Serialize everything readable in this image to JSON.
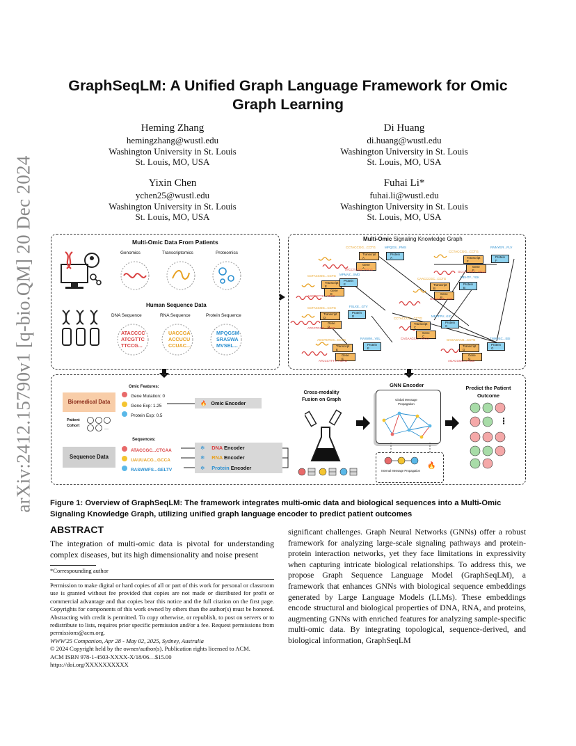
{
  "sidebar": {
    "arxiv_id": "arXiv:2412.15790v1  [q-bio.QM]  20 Dec 2024"
  },
  "paper": {
    "title_line1": "GraphSeqLM: A Unified Graph Language Framework for Omic",
    "title_line2": "Graph Learning"
  },
  "authors": [
    {
      "name": "Heming Zhang",
      "email": "hemingzhang@wustl.edu",
      "affiliation": "Washington University in St. Louis",
      "location": "St. Louis, MO, USA"
    },
    {
      "name": "Di Huang",
      "email": "di.huang@wustl.edu",
      "affiliation": "Washington University in St. Louis",
      "location": "St. Louis, MO, USA"
    },
    {
      "name": "Yixin Chen",
      "email": "ychen25@wustl.edu",
      "affiliation": "Washington University in St. Louis",
      "location": "St. Louis, MO, USA"
    },
    {
      "name": "Fuhai Li*",
      "email": "fuhai.li@wustl.edu",
      "affiliation": "Washington University in St. Louis",
      "location": "St. Louis, MO, USA"
    }
  ],
  "figure": {
    "panel_a": {
      "title": "Multi-Omic Data From Patients",
      "omics": [
        "Genomics",
        "Transcriptomics",
        "Proteomics"
      ],
      "seq_title": "Human Sequence Data",
      "seq_types": [
        "DNA Sequence",
        "RNA Sequence",
        "Protein Sequence"
      ],
      "dna": [
        "ATACCCC",
        "ATCGTTC",
        "TTCCG..."
      ],
      "rna": [
        "UACCGA",
        "ACCUCU",
        "CCUAC..."
      ],
      "protein": [
        "MPQGSM",
        "SRASWA",
        "MVSEL..."
      ]
    },
    "panel_b": {
      "title_prefix": "Multi-Omic",
      "title_suffix": "Signaling Knowledge Graph",
      "seq_labels": [
        "CCTACCGG...CCTG",
        "MPQGS...PMS",
        "CCTACCGG...CCTG",
        "RNNYER...FLV",
        "ATCCTCGG...ATCG",
        "GCCATTTTT...ATCC",
        "CCTACCGG...CCTG",
        "MPMAZ...SMD",
        "CAACCCGC...CCTG",
        "MEHTF...YEK",
        "AGCTCTTC...ATCG",
        "GCACTCT...AAT",
        "CCTACCGG...CCTG",
        "FSLXE...GTV",
        "CCTACCGG...CCTG",
        "MEHFPV...KIC",
        "ATCCTCGG...ATCG",
        "CAGAAGCC...ATCG",
        "AGGTCTCG...CCTG",
        "RASWM...VEL",
        "GAGAGAAG...CCTG",
        "TNMUSC...EEI",
        "ATCCCTTTT...ACTG",
        "AGACGGG...ATCG"
      ],
      "nodes": {
        "transcript_a": "Transcript A",
        "protein_a": "Protein A",
        "gene_a": "Gene A",
        "transcript_f": "Transcript F",
        "protein_f": "Protein F",
        "gene_f": "Gene F",
        "transcript_e": "Transcript E",
        "protein_e": "Protein E",
        "gene_e": "Gene E",
        "transcript_b": "Transcript B",
        "protein_b": "Protein B",
        "gene_b": "Gene B",
        "transcript_d": "Transcript D",
        "protein_d": "Protein D",
        "gene_d": "Gene D",
        "transcript_c": "Transcript C",
        "protein_c": "Protein C",
        "gene_c": "Gene C",
        "transcript_g": "Transcript G",
        "protein_g": "Protein G",
        "gene_g": "Gene G"
      }
    },
    "panel_c": {
      "biomedical_data": "Biomedical Data",
      "omic_features_title": "Omic Features:",
      "omic_features": [
        "Gene Mutation: 0",
        "Gene Exp: 1.25",
        "Protein Exp: 0.5"
      ],
      "patient_cohort": "Patient Cohort",
      "sequence_data": "Sequence Data",
      "sequences_title": "Sequences:",
      "sequences": [
        "ATACCGC...CTCAA",
        "UAUUACG...GCCA",
        "RASWMFS...GELTV"
      ],
      "omic_encoder": "Omic Encoder",
      "dna_encoder_prefix": "DNA",
      "rna_encoder_prefix": "RNA",
      "protein_encoder_prefix": "Protein",
      "encoder_suffix": "Encoder",
      "fusion": "Cross-modality Fusion on Graph",
      "gnn_encoder": "GNN Encoder",
      "global_prop": "Global Message Propagation",
      "internal_prop": "Internal Message Propagation",
      "predict": "Predict the Patient Outcome",
      "ellipsis": "⋮"
    },
    "caption": "Figure 1: Overview of GraphSeqLM: The framework integrates multi-omic data and biological sequences into a Multi-Omic Signaling Knowledge Graph, utilizing unified graph language encoder to predict patient outcomes",
    "colors": {
      "red": "#d94040",
      "orange": "#e8a020",
      "blue": "#2a8fd0",
      "gene_fill": "#f4b860",
      "transcript_fill": "#f4b860",
      "protein_fill": "#8fd3f0"
    }
  },
  "abstract": {
    "heading": "ABSTRACT",
    "left_text": "The integration of multi-omic data is pivotal for understanding complex diseases, but its high dimensionality and noise present",
    "right_text": "significant challenges. Graph Neural Networks (GNNs) offer a robust framework for analyzing large-scale signaling pathways and protein-protein interaction networks, yet they face limitations in expressivity when capturing intricate biological relationships. To address this, we propose Graph Sequence Language Model (GraphSeqLM), a framework that enhances GNNs with biological sequence embeddings generated by Large Language Models (LLMs). These embeddings encode structural and biological properties of DNA, RNA, and proteins, augmenting GNNs with enriched features for analyzing sample-specific multi-omic data. By integrating topological, sequence-derived, and biological information, GraphSeqLM"
  },
  "footnote": "*Correspounding author",
  "permission": {
    "text": "Permission to make digital or hard copies of all or part of this work for personal or classroom use is granted without fee provided that copies are not made or distributed for profit or commercial advantage and that copies bear this notice and the full citation on the first page. Copyrights for components of this work owned by others than the author(s) must be honored. Abstracting with credit is permitted. To copy otherwise, or republish, to post on servers or to redistribute to lists, requires prior specific permission and/or a fee. Request permissions from permissions@acm.org.",
    "venue": "WWW'25 Companion, Apr 28 - May 02, 2025, Sydney, Australia",
    "copyright": "© 2024 Copyright held by the owner/author(s). Publication rights licensed to ACM.",
    "isbn": "ACM ISBN 978-1-4503-XXXX-X/18/06…$15.00",
    "doi": "https://doi.org/XXXXXXXXXX"
  }
}
